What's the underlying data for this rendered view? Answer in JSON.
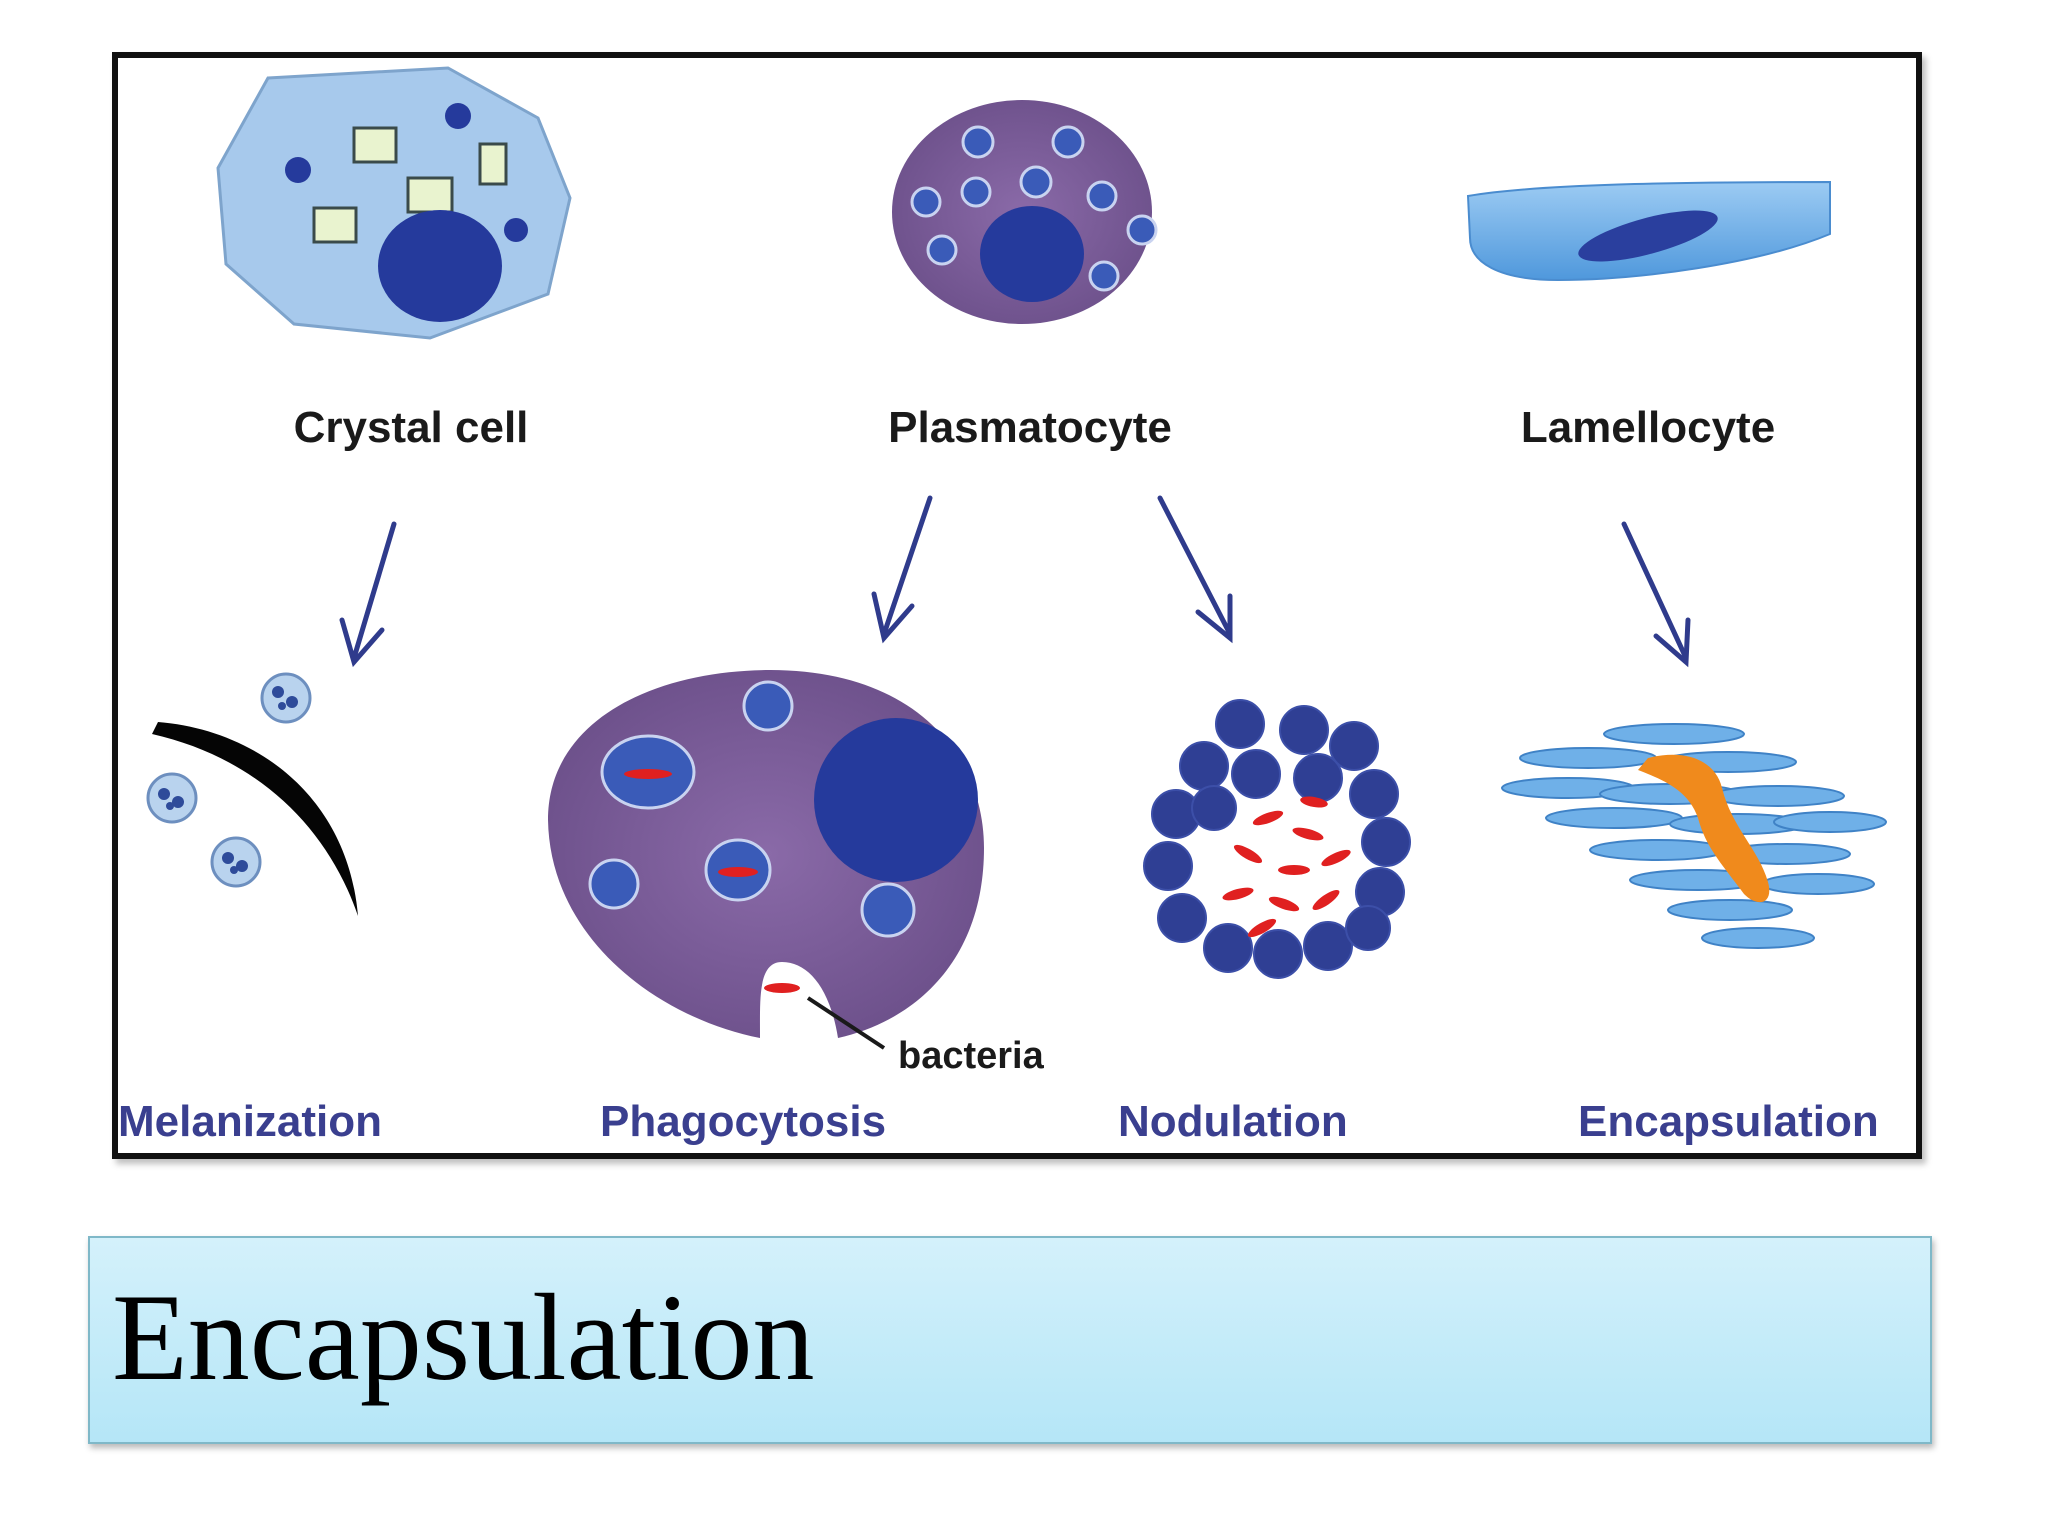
{
  "diagram": {
    "cell_types": [
      {
        "id": "crystal",
        "label": "Crystal cell"
      },
      {
        "id": "plasmatocyte",
        "label": "Plasmatocyte"
      },
      {
        "id": "lamellocyte",
        "label": "Lamellocyte"
      }
    ],
    "processes": [
      {
        "id": "melanization",
        "label": "Melanization"
      },
      {
        "id": "phagocytosis",
        "label": "Phagocytosis"
      },
      {
        "id": "nodulation",
        "label": "Nodulation"
      },
      {
        "id": "encapsulation",
        "label": "Encapsulation"
      }
    ],
    "callouts": {
      "bacteria": "bacteria"
    },
    "colors": {
      "crystal_cytoplasm": "#a7c9ec",
      "nucleus": "#253a9c",
      "plasmatocyte_cytoplasm": "#7a5a96",
      "lamellocyte": "#6fb0e8",
      "bacteria": "#e02020",
      "capsule_target": "#f08a1c",
      "arrow": "#2f3b8c",
      "process_label": "#3a3f8f"
    }
  },
  "caption": {
    "title": "Encapsulation"
  }
}
